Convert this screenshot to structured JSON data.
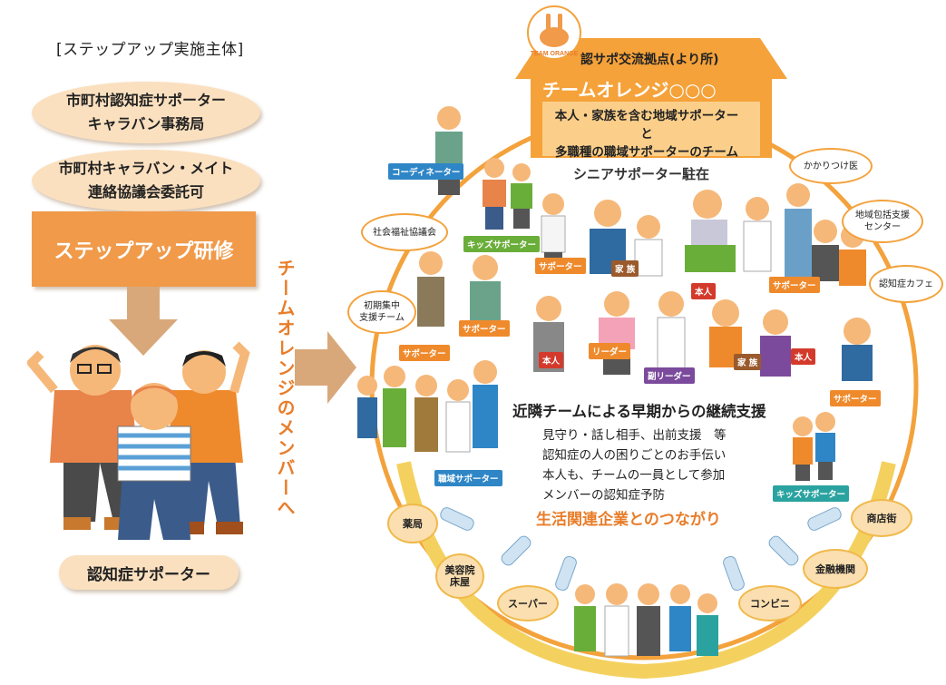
{
  "left": {
    "header": "[ステップアップ実施主体]",
    "oval1": [
      "市町村認知症サポーター",
      "キャラバン事務局"
    ],
    "oval2": [
      "市町村キャラバン・メイト",
      "連絡協議会委託可"
    ],
    "step_box": "ステップアップ研修",
    "supporter_label": "認知症サポーター",
    "vertical_text": "チームオレンジのメンバーへ"
  },
  "house": {
    "title": "認サポ交流拠点(より所)",
    "name": "チームオレンジ○○○",
    "desc": [
      "本人・家族を含む地域サポーターと",
      "多職種の職域サポーターのチーム"
    ],
    "logo_text": "TEAM ORANGE"
  },
  "senior": "シニアサポーター駐在",
  "tags": {
    "coordinator": "コーディネーター",
    "kids1": "キッズサポーター",
    "supporter1": "サポーター",
    "family1": "家 族",
    "person1": "本人",
    "supporter2": "サポーター",
    "supporter3": "サポーター",
    "supporter4": "サポーター",
    "person2": "本人",
    "leader": "リーダー",
    "subleader": "副リーダー",
    "family2": "家 族",
    "person3": "本人",
    "supporter5": "サポーター",
    "workplace": "職域サポーター",
    "kids2": "キッズサポーター"
  },
  "bubbles": {
    "shakyo": "社会福祉協議会",
    "shoki": [
      "初期集中",
      "支援チーム"
    ],
    "kakaritsuke": "かかりつけ医",
    "houkatsu": [
      "地域包括支援",
      "センター"
    ],
    "cafe": "認知症カフェ"
  },
  "support": {
    "heading": "近隣チームによる早期からの継続支援",
    "items": [
      "見守り・話し相手、出前支援　等",
      "認知症の人の困りごとのお手伝い",
      "本人も、チームの一員として参加",
      "メンバーの認知症予防"
    ],
    "business": "生活関連企業とのつながり"
  },
  "businesses": {
    "pharmacy": "薬局",
    "salon": [
      "美容院",
      "床屋"
    ],
    "supermarket": "スーパー",
    "convenience": "コンビニ",
    "bank": "金融機関",
    "shopping": "商店街"
  },
  "colors": {
    "orange": "#f09a4a",
    "light_orange": "#fbe0bf",
    "circle_orange": "#f3a23c",
    "ring_yellow": "#f4d15e",
    "accent_text": "#e87d2a"
  }
}
